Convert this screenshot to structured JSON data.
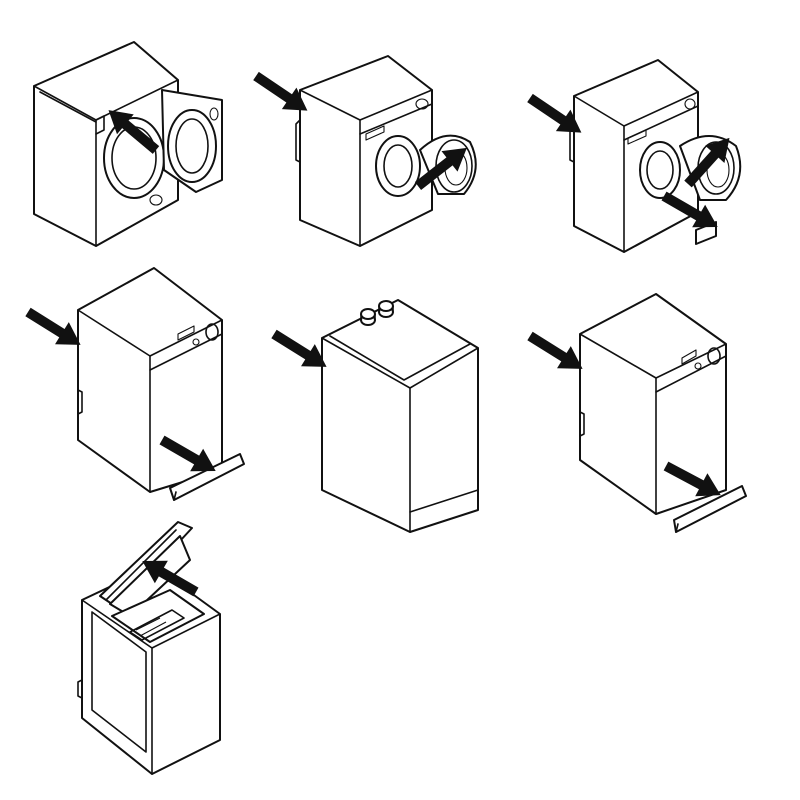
{
  "figure": {
    "description_visible_text": "",
    "panels": [
      {
        "id": "front-loader-open-door",
        "arrows": 1
      },
      {
        "id": "front-loader-side",
        "arrows": 2
      },
      {
        "id": "front-loader-filter",
        "arrows": 3
      },
      {
        "id": "top-loader-plinth",
        "arrows": 2
      },
      {
        "id": "top-loader-closed",
        "arrows": 1
      },
      {
        "id": "top-loader-plinth-2",
        "arrows": 2
      },
      {
        "id": "top-loader-open-lid",
        "arrows": 1
      }
    ]
  },
  "colors": {
    "line": "#111111",
    "background": "#ffffff",
    "arrow": "#111111"
  }
}
